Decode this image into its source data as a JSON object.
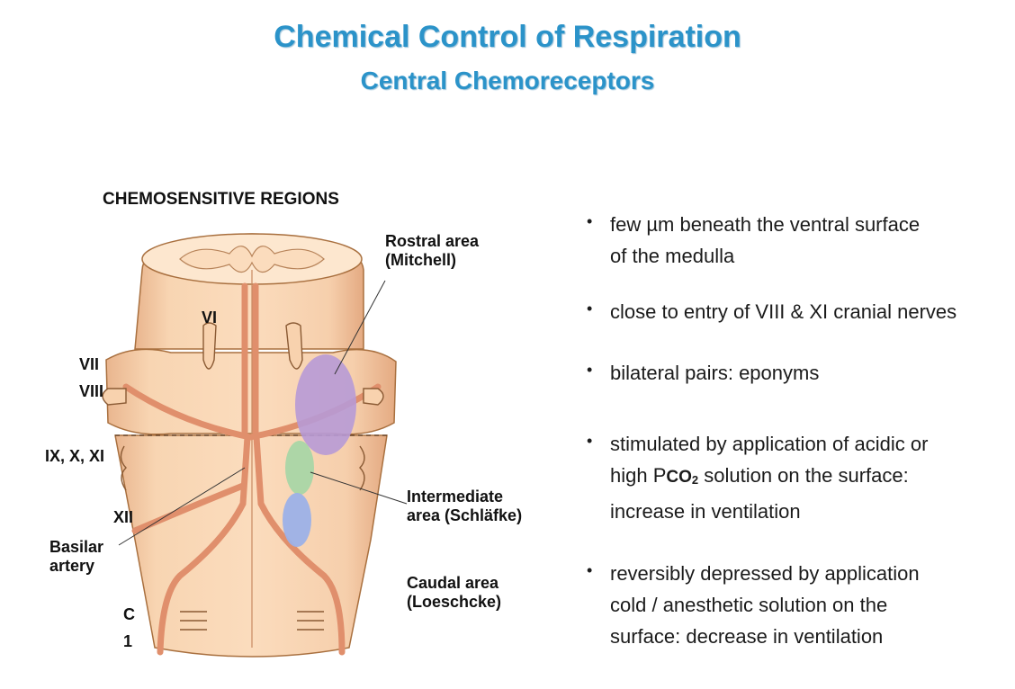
{
  "slide": {
    "title": "Chemical Control of Respiration",
    "subtitle": "Central Chemoreceptors"
  },
  "figure": {
    "heading": "CHEMOSENSITIVE REGIONS",
    "labels": {
      "rostral": "Rostral area\n(Mitchell)",
      "intermediate": "Intermediate\narea (Schläfke)",
      "caudal": "Caudal area\n(Loeschcke)",
      "basilar": "Basilar\nartery",
      "vi": "VI",
      "vii": "VII",
      "viii": "VIII",
      "ix_x_xi": "IX, X, XI",
      "xii": "XII",
      "c": "C",
      "one": "1"
    },
    "colors": {
      "tissue": "#f6cfac",
      "tissue_dark": "#e3a882",
      "vessel": "#e59d7c",
      "rostral_area": "#b79ad6",
      "intermediate_area": "#a9d6a6",
      "caudal_area": "#9cb1e8"
    }
  },
  "bullets": [
    {
      "line1": "few µm beneath the ventral surface",
      "line2": "of the medulla"
    },
    {
      "line1": "close to entry of VIII & XI cranial nerves"
    },
    {
      "line1": "bilateral pairs: eponyms"
    },
    {
      "line1": "stimulated by application of acidic or",
      "line2a": "high P",
      "co": "CO",
      "sub": "2",
      "line2b": " solution on the surface:",
      "line3": "increase in ventilation"
    },
    {
      "line1": "reversibly depressed by application",
      "line2": "cold / anesthetic solution on the",
      "line3": "surface: decrease in ventilation"
    }
  ],
  "bullet_symbol": "•"
}
